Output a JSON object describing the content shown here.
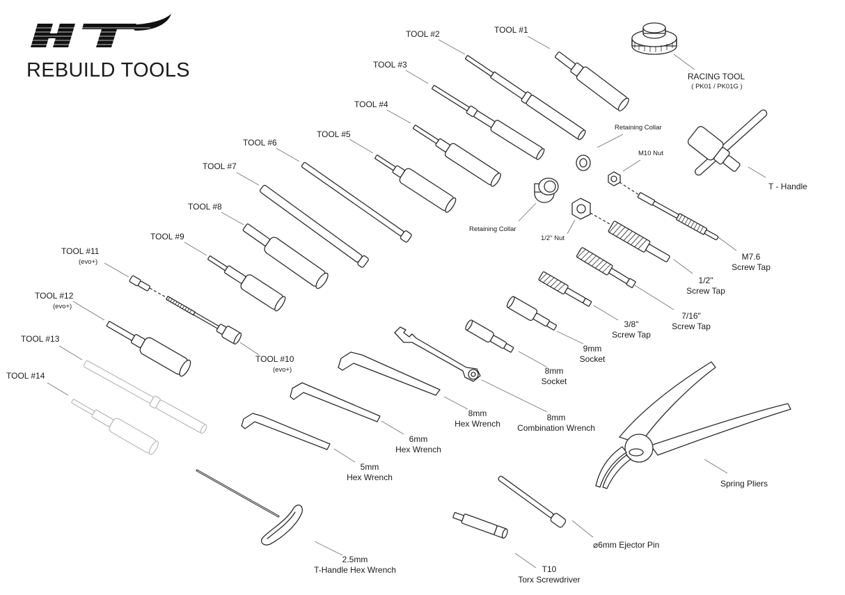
{
  "header": {
    "title": "REBUILD TOOLS",
    "logo_icon": "ht-logo-icon"
  },
  "labels": {
    "tool1": "TOOL #1",
    "tool2": "TOOL #2",
    "tool3": "TOOL #3",
    "tool4": "TOOL #4",
    "tool5": "TOOL #5",
    "tool6": "TOOL #6",
    "tool7": "TOOL #7",
    "tool8": "TOOL #8",
    "tool9": "TOOL #9",
    "tool10": "TOOL #10",
    "tool10_note": "(evo+)",
    "tool11": "TOOL #11",
    "tool11_note": "(evo+)",
    "tool12": "TOOL #12",
    "tool12_note": "(evo+)",
    "tool13": "TOOL #13",
    "tool14": "TOOL #14",
    "racing_tool": "RACING TOOL",
    "racing_tool_note": "( PK01 / PK01G )",
    "retaining_collar_top": "Retaining Collar",
    "m10_nut": "M10 Nut",
    "retaining_collar_bottom": "Retaining Collar",
    "half_inch_nut": "1/2\" Nut",
    "t_handle": "T - Handle",
    "m76_tap_1": "M7.6",
    "m76_tap_2": "Screw Tap",
    "half_tap_1": "1/2\"",
    "half_tap_2": "Screw Tap",
    "seven16_tap_1": "7/16\"",
    "seven16_tap_2": "Screw Tap",
    "three8_tap_1": "3/8\"",
    "three8_tap_2": "Screw Tap",
    "socket9_1": "9mm",
    "socket9_2": "Socket",
    "socket8_1": "8mm",
    "socket8_2": "Socket",
    "hex8_1": "8mm",
    "hex8_2": "Hex Wrench",
    "combo8_1": "8mm",
    "combo8_2": "Combination Wrench",
    "hex6_1": "6mm",
    "hex6_2": "Hex Wrench",
    "hex5_1": "5mm",
    "hex5_2": "Hex Wrench",
    "spring_pliers": "Spring Pliers",
    "ejector_pin": "⌀6mm Ejector Pin",
    "thandle_hex_1": "2.5mm",
    "thandle_hex_2": "T-Handle Hex Wrench",
    "torx_1": "T10",
    "torx_2": "Torx Screwdriver"
  },
  "colors": {
    "line": "#2a2a2a",
    "faded": "#b5b5b5",
    "leader": "#666666"
  }
}
